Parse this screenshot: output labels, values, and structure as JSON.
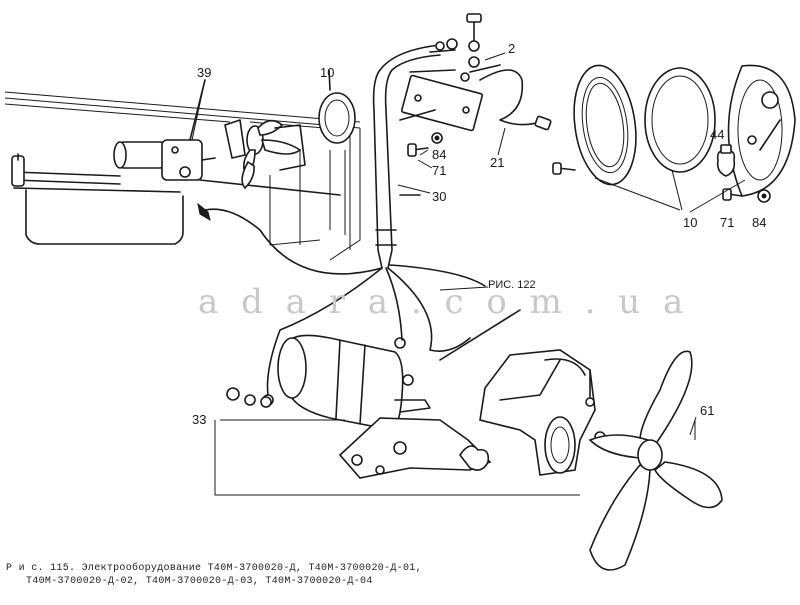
{
  "watermark": "a d a r a . c o m . u a",
  "labels": {
    "l39": "39",
    "l10a": "10",
    "l2": "2",
    "l84a": "84",
    "l71a": "71",
    "l21": "21",
    "l30": "30",
    "l44": "44",
    "l10b": "10",
    "l71b": "71",
    "l84b": "84",
    "lfig": "РИС. 122",
    "l33": "33",
    "l61": "61"
  },
  "caption": {
    "line1": "Р и с. 115. Электрооборудование Т40М-3700020-Д, Т40М-3700020-Д-01,",
    "line2": "Т40М-3700020-Д-02, Т40М-3700020-Д-03, Т40М-3700020-Д-04"
  }
}
